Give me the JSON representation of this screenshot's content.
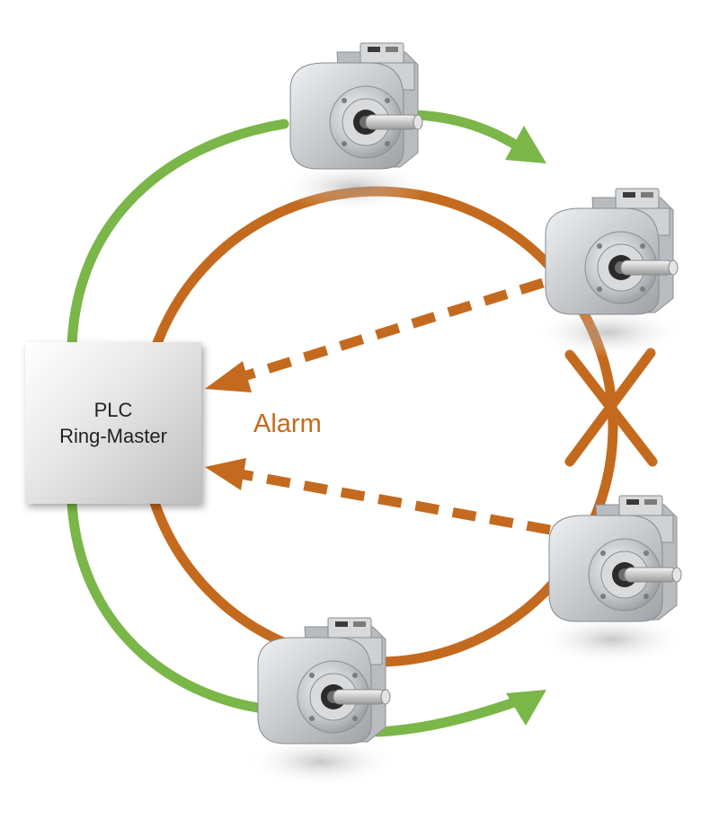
{
  "plc": {
    "line1": "PLC",
    "line2": "Ring-Master"
  },
  "alarm": {
    "label": "Alarm"
  },
  "colors": {
    "green_path": "#7ab648",
    "orange_ring": "#c46a1e",
    "encoder_body": "#c9cccf",
    "plc_box": "#d9d9d9"
  },
  "icons": [
    "encoder-device",
    "break-cross-icon",
    "arrowhead-icon"
  ]
}
